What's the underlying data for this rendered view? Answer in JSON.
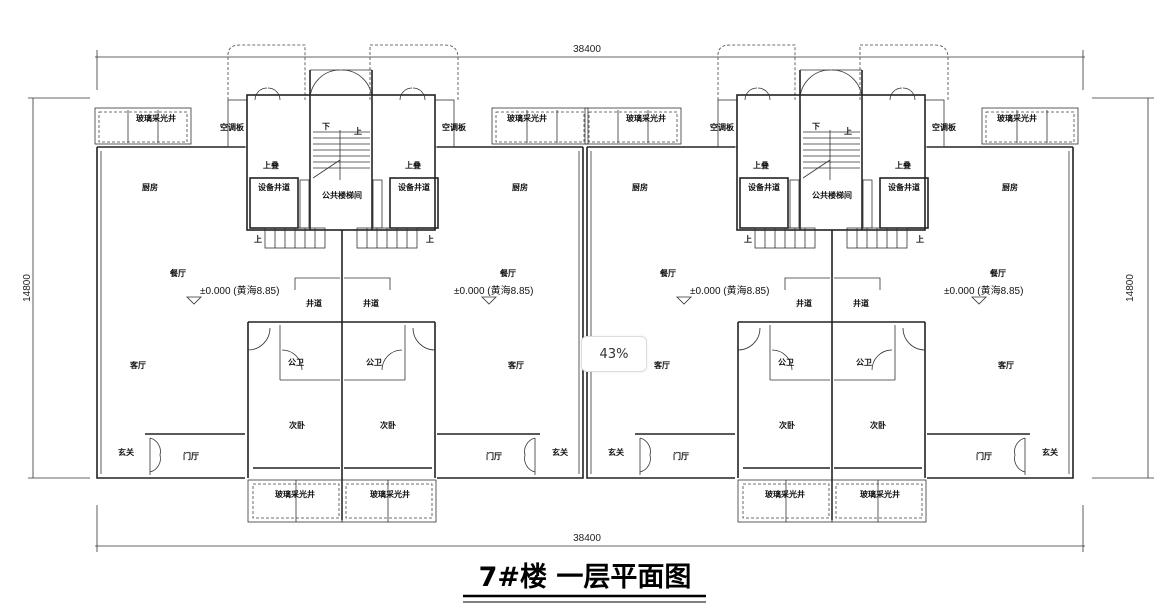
{
  "dimensions": {
    "width_top": "38400",
    "width_bottom": "38400",
    "depth_left": "14800",
    "depth_right": "14800"
  },
  "plan": {
    "skylight_top": "玻璃采光井",
    "ac_panel": "空调板",
    "kitchen": "厨房",
    "up_stack": "上叠",
    "equipment_shaft": "设备井道",
    "public_stair": "公共楼梯间",
    "stair_down": "下",
    "stair_up": "上",
    "dining": "餐厅",
    "level": "±0.000 (黄海8.85)",
    "shaft": "井道",
    "living": "客厅",
    "public_bath": "公卫",
    "second_bedroom": "次卧",
    "foyer": "玄关",
    "entrance_hall": "门厅",
    "skylight_bottom": "玻璃采光井"
  },
  "title": "7#楼  一层平面图",
  "zoom": {
    "level": "43%"
  }
}
